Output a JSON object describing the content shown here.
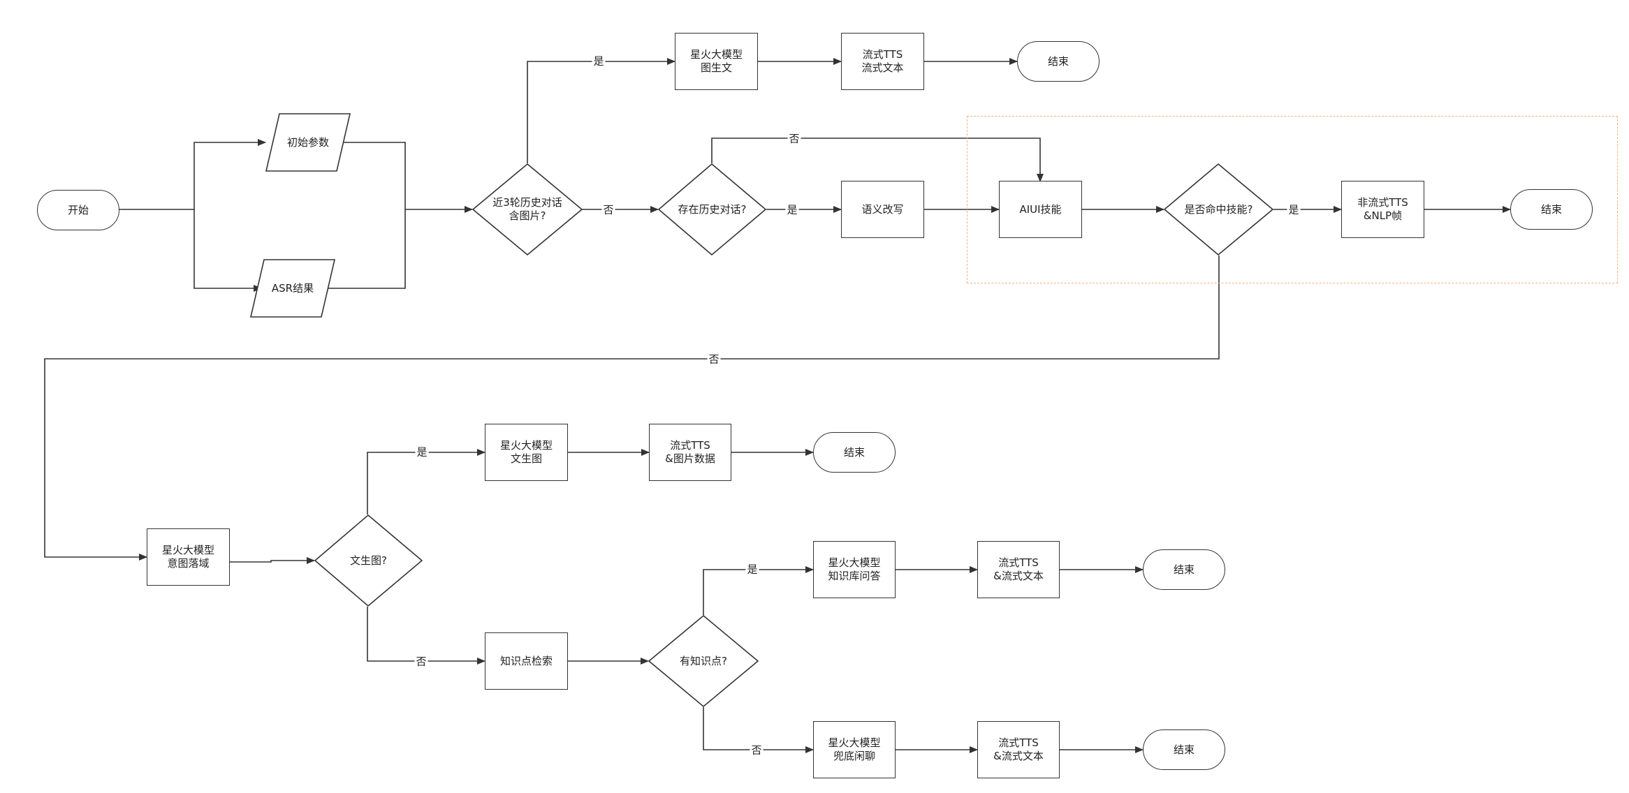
{
  "nodes": {
    "start": "开始",
    "init_params": "初始参数",
    "asr_result": "ASR结果",
    "recent_image": "近3轮历史对话\n含图片?",
    "spark_img2text": "星火大模型\n图生文",
    "tts_stream_text_1": "流式TTS\n流式文本",
    "end_1": "结束",
    "has_history": "存在历史对话?",
    "semantic_rewrite": "语义改写",
    "aiui_skill": "AIUI技能",
    "hit_skill": "是否命中技能?",
    "nonstream_tts_nlp": "非流式TTS\n&NLP帧",
    "end_2": "结束",
    "spark_intent": "星火大模型\n意图落域",
    "text2img_q": "文生图?",
    "spark_text2img": "星火大模型\n文生图",
    "tts_image_data": "流式TTS\n&图片数据",
    "end_3": "结束",
    "knowledge_search": "知识点检索",
    "has_knowledge": "有知识点?",
    "spark_kb_qa": "星火大模型\n知识库问答",
    "tts_stream_text_2": "流式TTS\n&流式文本",
    "end_4": "结束",
    "spark_fallback_chat": "星火大模型\n兜底闲聊",
    "tts_stream_text_3": "流式TTS\n&流式文本",
    "end_5": "结束"
  },
  "edge_labels": {
    "recent_image_yes": "是",
    "recent_image_no": "否",
    "history_no": "否",
    "history_yes": "是",
    "hit_skill_yes": "是",
    "hit_skill_no": "否",
    "text2img_yes": "是",
    "text2img_no": "否",
    "knowledge_yes": "是",
    "knowledge_no": "否"
  },
  "colors": {
    "stroke": "#333333",
    "region_border": "#f2b27a"
  }
}
